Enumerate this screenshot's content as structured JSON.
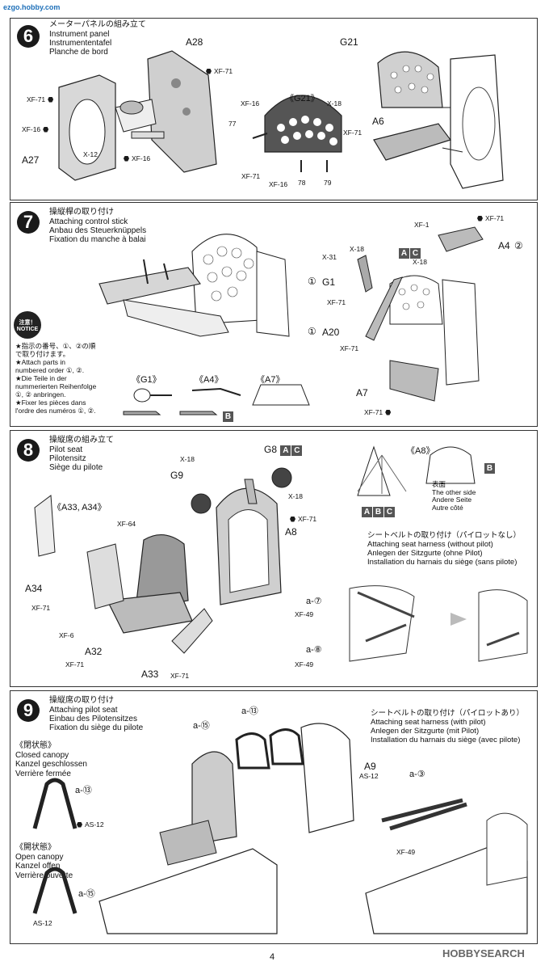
{
  "watermark": {
    "site": "ezgo.hobby.com"
  },
  "footer": {
    "page_number": "4",
    "brand": "HOBBYSEARCH"
  },
  "steps": [
    {
      "number": "6",
      "title_jp": "メーターパネルの組み立て",
      "title_en": "Instrument panel",
      "title_de": "Instrumententafel",
      "title_fr": "Planche de bord",
      "labels": {
        "a28": "A28",
        "a27": "A27",
        "g21": "G21",
        "g21_detail": "《G21》",
        "a6": "A6"
      },
      "codes": {
        "xf71_a": "XF-71",
        "xf71_b": "XF-71",
        "xf16_a": "XF-16",
        "xf16_b": "XF-16",
        "x12": "X-12",
        "xf16_c": "XF-16",
        "x18": "X-18",
        "xf71_c": "XF-71",
        "xf16_d": "XF-16",
        "xf71_d": "XF-71"
      },
      "decals": {
        "d77": "77",
        "d78": "78",
        "d79": "79"
      }
    },
    {
      "number": "7",
      "title_jp": "操縦桿の取り付け",
      "title_en": "Attaching control stick",
      "title_de": "Anbau des Steuerknüppels",
      "title_fr": "Fixation du manche à balai",
      "notice": {
        "badge_jp": "注意！",
        "badge_en": "NOTICE",
        "lines": [
          "★指示の番号、①、②の順",
          "で取り付けます。",
          "★Attach parts in",
          "numbered order ①, ②.",
          "★Die Teile in der",
          "nummerierten Reihenfolge",
          "①, ② anbringen.",
          "★Fixer les pièces dans",
          "l'ordre des numéros ①, ②."
        ]
      },
      "labels": {
        "g1": "G1",
        "a20": "A20",
        "a7": "A7",
        "a4": "A4",
        "step1a": "①",
        "step1b": "①",
        "step2": "②",
        "g1_detail": "《G1》",
        "a4_detail": "《A4》",
        "a7_detail": "《A7》"
      },
      "codes": {
        "xf1": "XF-1",
        "xf71_a": "XF-71",
        "x18_a": "X-18",
        "x31": "X-31",
        "x18_b": "X-18",
        "xf71_b": "XF-71",
        "xf71_c": "XF-71",
        "xf71_d": "XF-71"
      },
      "boxes": {
        "a": "A",
        "c": "C",
        "b": "B"
      }
    },
    {
      "number": "8",
      "title_jp": "操縦席の組み立て",
      "title_en": "Pilot seat",
      "title_de": "Pilotensitz",
      "title_fr": "Siège du pilote",
      "labels": {
        "g8": "G8",
        "g9": "G9",
        "a8": "A8",
        "a8_detail": "《A8》",
        "a33_a34": "《A33, A34》",
        "a34": "A34",
        "a32": "A32",
        "a33": "A33",
        "a7dec": "a-⑦",
        "a8dec": "a-⑧"
      },
      "codes": {
        "x18_a": "X-18",
        "x18_b": "X-18",
        "xf71_a": "XF-71",
        "xf64": "XF-64",
        "xf71_b": "XF-71",
        "xf6": "XF-6",
        "xf71_c": "XF-71",
        "xf71_d": "XF-71",
        "xf49_a": "XF-49",
        "xf49_b": "XF-49"
      },
      "other_side": {
        "jp": "表面",
        "en": "The other side",
        "de": "Andere Seite",
        "fr": "Autre côté"
      },
      "harness": {
        "jp": "シートベルトの取り付け（パイロットなし）",
        "en": "Attaching seat harness (without pilot)",
        "de": "Anlegen der Sitzgurte (ohne Pilot)",
        "fr": "Installation du harnais du siège (sans pilote)"
      },
      "boxes": {
        "a": "A",
        "b": "B",
        "c": "C"
      }
    },
    {
      "number": "9",
      "title_jp": "操縦席の取り付け",
      "title_en": "Attaching pilot seat",
      "title_de": "Einbau des Pilotensitzes",
      "title_fr": "Fixation du siège du pilote",
      "closed": {
        "jp": "《閉状態》",
        "en": "Closed canopy",
        "de": "Kanzel geschlossen",
        "fr": "Verrière fermée"
      },
      "open": {
        "jp": "《開状態》",
        "en": "Open canopy",
        "de": "Kanzel offen",
        "fr": "Verrière ouverte"
      },
      "harness": {
        "jp": "シートベルトの取り付け（パイロットあり）",
        "en": "Attaching seat harness (with pilot)",
        "de": "Anlegen der Sitzgurte (mit Pilot)",
        "fr": "Installation du harnais du siège (avec pilote)"
      },
      "labels": {
        "a13a": "a-⑬",
        "a13b": "a-⑬",
        "a15a": "a-⑮",
        "a15b": "a-⑮",
        "a3": "a-③",
        "a9": "A9"
      },
      "codes": {
        "as12_a": "AS-12",
        "as12_b": "AS-12",
        "as12_c": "AS-12",
        "xf49": "XF-49"
      }
    }
  ]
}
